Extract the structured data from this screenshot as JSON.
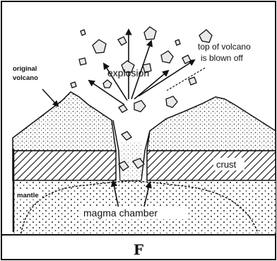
{
  "labels": {
    "original_volcano_line1": "original",
    "original_volcano_line2": "volcano",
    "explosion": "explosion",
    "top_of_volcano_line1": "top of volcano",
    "top_of_volcano_line2": "is blown off",
    "crust": "crust",
    "mantle": "mantle",
    "magma_chamber": "magma chamber"
  },
  "figure_letter": "F"
}
